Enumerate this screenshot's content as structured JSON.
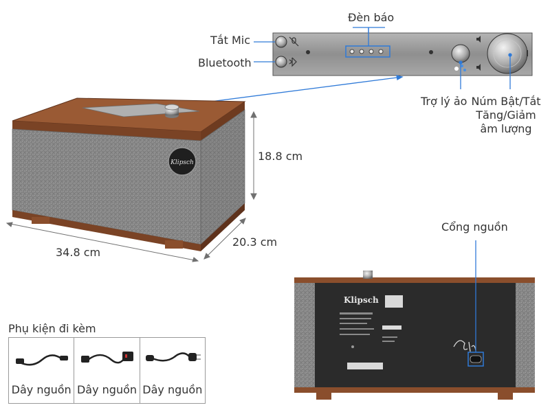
{
  "colors": {
    "wood": "#8a4e2c",
    "wood_dark": "#6e3b20",
    "fabric": "#8c8c8c",
    "panel_metal": "#9a9a9a",
    "back_panel": "#2b2b2b",
    "callout_line": "#2f7ad8",
    "dimension_line": "#707070"
  },
  "labels": {
    "indicator": "Đèn báo",
    "mic_off": "Tắt Mic",
    "bluetooth": "Bluetooth",
    "virtual_assistant": "Trợ lý ảo",
    "knob_line1": "Núm Bật/Tắt",
    "knob_line2": "Tăng/Giảm",
    "knob_line3": "âm lượng",
    "power_port": "Cổng nguồn"
  },
  "dimensions": {
    "height": "18.8 cm",
    "depth": "20.3 cm",
    "width": "34.8 cm"
  },
  "branding": {
    "logo": "Klipsch"
  },
  "accessories": {
    "title": "Phụ kiện đi kèm",
    "items": [
      {
        "label": "Dây nguồn",
        "icon": "power-cord-icon"
      },
      {
        "label": "Dây nguồn",
        "icon": "uk-plug-cord-icon"
      },
      {
        "label": "Dây nguồn",
        "icon": "eu-plug-cord-icon"
      }
    ]
  }
}
